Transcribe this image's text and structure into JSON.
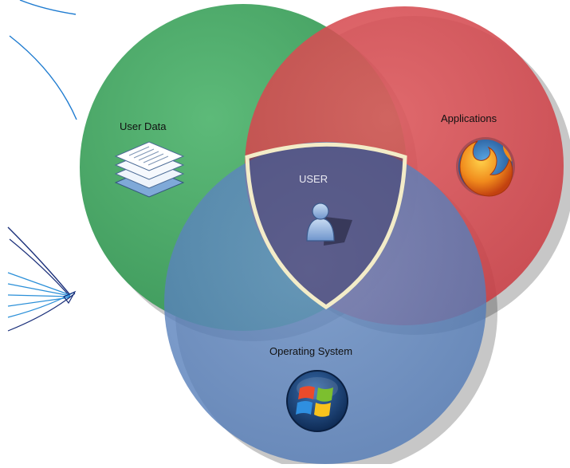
{
  "diagram": {
    "circles": [
      {
        "id": "user-data",
        "label": "User Data",
        "color": "#4fa46a",
        "icon": "documents-stack-icon"
      },
      {
        "id": "applications",
        "label": "Applications",
        "color": "#d94a4f",
        "icon": "firefox-logo-icon"
      },
      {
        "id": "operating-system",
        "label": "Operating System",
        "color": "#5d86c2",
        "icon": "windows-logo-icon"
      }
    ],
    "center": {
      "label": "USER",
      "icon": "user-person-icon",
      "outline_color": "#f3ecc8"
    }
  }
}
